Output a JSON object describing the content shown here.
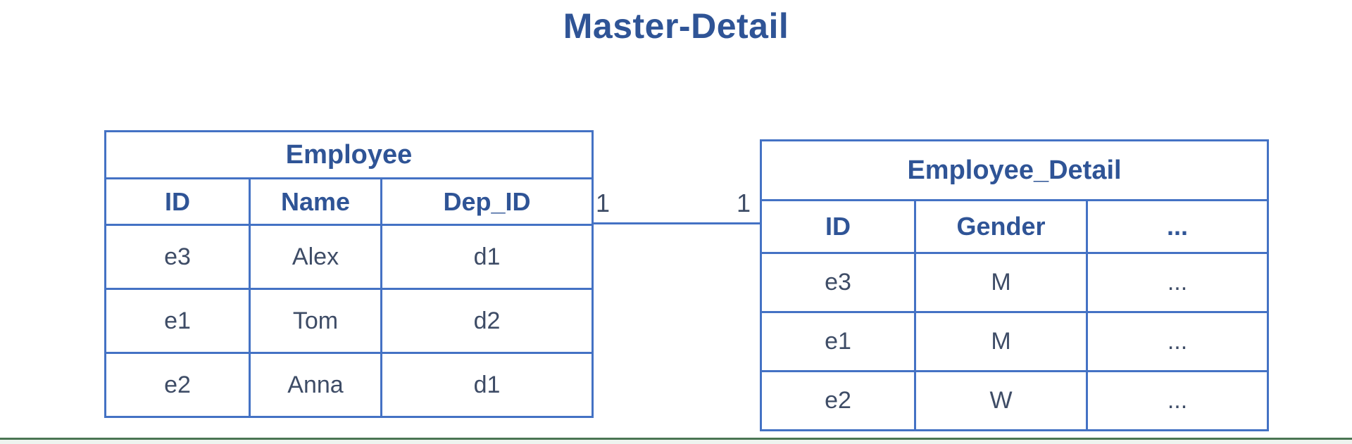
{
  "page": {
    "title": "Master-Detail"
  },
  "colors": {
    "border_blue": "#4472C4",
    "heading_text_blue": "#2F5496",
    "data_text": "#3E4C66",
    "footer_green": "#4A7553"
  },
  "diagram": {
    "relationship": {
      "type": "one-to-one",
      "left_cardinality": "1",
      "right_cardinality": "1"
    },
    "tables": {
      "employee": {
        "title": "Employee",
        "headers": [
          "ID",
          "Name",
          "Dep_ID"
        ],
        "rows": [
          [
            "e3",
            "Alex",
            "d1"
          ],
          [
            "e1",
            "Tom",
            "d2"
          ],
          [
            "e2",
            "Anna",
            "d1"
          ]
        ]
      },
      "employee_detail": {
        "title": "Employee_Detail",
        "headers": [
          "ID",
          "Gender",
          "..."
        ],
        "rows": [
          [
            "e3",
            "M",
            "..."
          ],
          [
            "e1",
            "M",
            "..."
          ],
          [
            "e2",
            "W",
            "..."
          ]
        ]
      }
    }
  }
}
